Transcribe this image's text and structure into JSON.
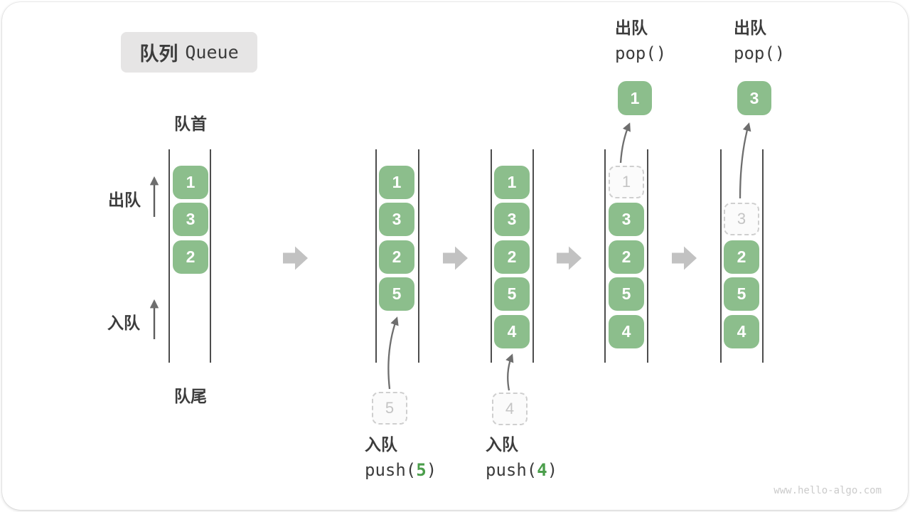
{
  "title": {
    "zh": "队列",
    "en": "Queue"
  },
  "front_label": "队首",
  "rear_label": "队尾",
  "side": {
    "dequeue": "出队",
    "enqueue": "入队"
  },
  "columns": [
    {
      "name": "state-1",
      "cells": [
        {
          "v": "1"
        },
        {
          "v": "3"
        },
        {
          "v": "2"
        }
      ]
    },
    {
      "name": "state-2",
      "cells": [
        {
          "v": "1"
        },
        {
          "v": "3"
        },
        {
          "v": "2"
        },
        {
          "v": "5"
        }
      ]
    },
    {
      "name": "state-3",
      "cells": [
        {
          "v": "1"
        },
        {
          "v": "3"
        },
        {
          "v": "2"
        },
        {
          "v": "5"
        },
        {
          "v": "4"
        }
      ]
    },
    {
      "name": "state-4",
      "ghost": {
        "v": "1"
      },
      "cells": [
        {
          "v": "3"
        },
        {
          "v": "2"
        },
        {
          "v": "5"
        },
        {
          "v": "4"
        }
      ]
    },
    {
      "name": "state-5",
      "ghost": {
        "v": "3"
      },
      "cells": [
        {
          "v": "2"
        },
        {
          "v": "5"
        },
        {
          "v": "4"
        }
      ]
    }
  ],
  "operations": {
    "enqueue_5": {
      "label": "入队",
      "call_open": "push(",
      "arg": "5",
      "call_close": ")",
      "ghost_value": "5"
    },
    "enqueue_4": {
      "label": "入队",
      "call_open": "push(",
      "arg": "4",
      "call_close": ")",
      "ghost_value": "4"
    },
    "dequeue_1": {
      "label": "出队",
      "call": "pop()",
      "popped_value": "1"
    },
    "dequeue_3": {
      "label": "出队",
      "call": "pop()",
      "popped_value": "3"
    }
  },
  "watermark": "www.hello-algo.com",
  "colors": {
    "cell_green": "#8CBE8C",
    "arg_green": "#4B9E4B",
    "flow_arrow_gray": "#C2C2C2",
    "line_gray": "#4D4D4D",
    "thin_arrow_gray": "#6E6E6E",
    "side_arrow_gray": "#5E5E5E",
    "ghost_border": "#CFCFCF",
    "ghost_text": "#C4C4C4",
    "title_bg": "#E6E5E5",
    "text_dark": "#3C3C3C",
    "watermark": "#CBCBCB"
  }
}
